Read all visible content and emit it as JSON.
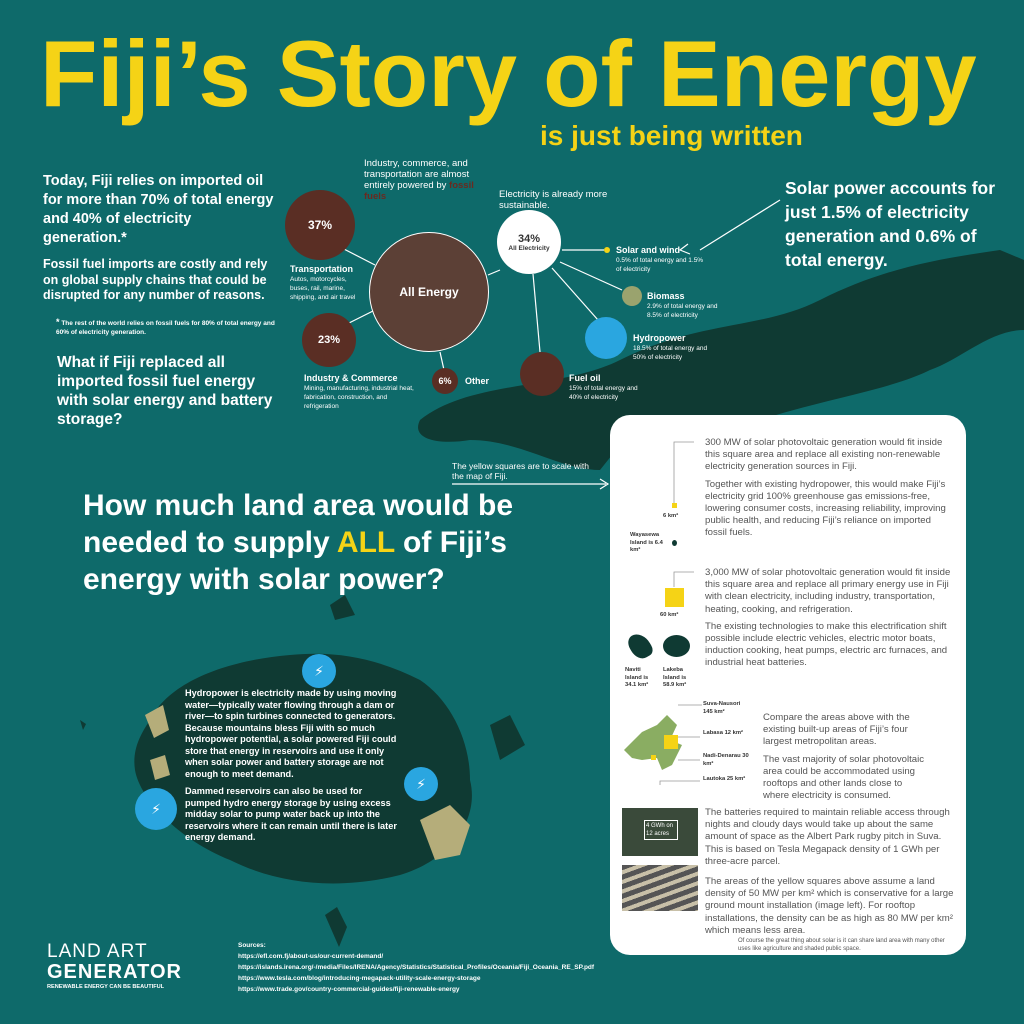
{
  "header": {
    "title": "Fiji’s Story of Energy",
    "subtitle": "is just being written"
  },
  "intro": {
    "lead": "Today, Fiji relies on imported oil for more than 70% of total energy and 40% of electricity generation.*",
    "body": "Fossil fuel imports are costly and rely on global supply chains that could be disrupted for any number of reasons.",
    "footnote": "The rest of the world relies on fossil fuels for 80% of total energy and 60% of electricity generation.",
    "footnote_mark": "*",
    "what_if": "What if Fiji replaced all imported fossil fuel energy with solar energy and battery  storage?"
  },
  "diagram": {
    "fossil_note": "Industry, commerce, and transportation are almost entirely powered by",
    "fossil_note_hl": "fossil fuels",
    "elec_note": "Electricity is already more sustainable.",
    "all_energy": "All Energy",
    "transport": {
      "pct": "37%",
      "label": "Transportation",
      "desc": "Autos, motorcycles, buses, rail, marine, shipping, and air travel"
    },
    "industry": {
      "pct": "23%",
      "label": "Industry & Commerce",
      "desc": "Mining, manufacturing, industrial heat, fabrication, construction, and refrigeration"
    },
    "other": {
      "pct": "6%",
      "label": "Other"
    },
    "electricity": {
      "pct": "34%",
      "label": "All Electricity"
    },
    "solar": {
      "label": "Solar and wind",
      "desc": "0.5% of total energy and 1.5% of electricity"
    },
    "biomass": {
      "label": "Biomass",
      "desc": "2.9% of total energy and 8.5% of electricity"
    },
    "hydro": {
      "label": "Hydropower",
      "desc": "18.5% of total energy and 50% of electricity"
    },
    "fueloil": {
      "label": "Fuel oil",
      "desc": "15% of total energy and 40% of electricity"
    },
    "colors": {
      "fossil": "#5a2e24",
      "all_energy": "#5c4036",
      "solar": "#f5d316",
      "biomass": "#9aa36e",
      "hydro": "#2aa6e0"
    }
  },
  "solar_callout": "Solar power accounts for just 1.5% of electricity generation and 0.6% of total energy.",
  "question": {
    "pre": "How much land area would be needed to supply ",
    "hl": "ALL",
    "post": " of Fiji’s energy with solar power?"
  },
  "squares_note": "The yellow squares are to scale with the map of Fiji.",
  "card": {
    "p1": "300 MW of solar photovoltaic generation would fit inside this square area and replace all existing non-renewable electricity generation sources in Fiji.",
    "p2": "Together with existing hydropower, this would make Fiji’s electricity grid 100% greenhouse gas emissions-free, lowering consumer costs, increasing reliability, improving public health, and reducing Fiji’s reliance on imported fossil fuels.",
    "sq1": "6 km²",
    "wayasewa": "Wayasewa Island is 6.4 km²",
    "p3": "3,000 MW of solar photovoltaic generation would fit inside this square area and replace all primary energy use in Fiji with clean electricity, including industry, transportation, heating, cooking, and refrigeration.",
    "sq2": "60 km²",
    "p4": "The existing technologies to make this electrification shift possible include electric vehicles, electric motor boats, induction cooking, heat pumps, electric arc furnaces, and industrial heat batteries.",
    "naviti": "Naviti Island is 34.1 km²",
    "lakeba": "Lakeba Island is 58.9 km²",
    "p5": "Compare the areas above with the existing built-up areas of Fiji’s four largest metropolitan areas.",
    "p6": "The vast majority of solar photovoltaic area could be accommodated using rooftops and other lands close to where electricity is consumed.",
    "metros": [
      "Suva-Nausori 145 km²",
      "Labasa 12 km²",
      "Nadi-Denarau 30 km²",
      "Lautoka 25 km²"
    ],
    "p7": "The batteries required to maintain reliable access through nights and cloudy days would take up about the same amount of space as the Albert Park rugby pitch in Suva. This is based on Tesla Megapack density of 1 GWh per three-acre parcel.",
    "photo_label": "4 GWh on 12 acres",
    "p8": "The areas of the yellow squares above assume a land density of 50 MW per km² which is conservative for a large ground mount installation (image left). For rooftop installations, the density can be as high as 80 MW per km² which means less area.",
    "closing": "Of course the great thing about solar is it can share land area with many other uses like agriculture and shaded public space."
  },
  "hydro_text": {
    "p1": "Hydropower is electricity made by using moving water—typically water flowing through a dam or river—to spin turbines connected to generators. Because mountains bless Fiji with so much hydropower potential, a solar powered Fiji could store that energy in reservoirs and use it only when solar power and battery storage are not enough to meet demand.",
    "p2": "Dammed reservoirs can also be used for pumped hydro energy storage by using excess midday solar to pump water back up into the reservoirs where it can remain until there is later energy demand."
  },
  "logo": {
    "line1": "LAND ART",
    "line2": "GENERATOR",
    "tagline": "RENEWABLE ENERGY CAN BE BEAUTIFUL"
  },
  "sources": {
    "label": "Sources:",
    "links": [
      "https://efl.com.fj/about-us/our-current-demand/",
      "https://islands.irena.org/-/media/Files/IRENA/Agency/Statistics/Statistical_Profiles/Oceania/Fiji_Oceania_RE_SP.pdf",
      "https://www.tesla.com/blog/introducing-megapack-utility-scale-energy-storage",
      "https://www.trade.gov/country-commercial-guides/fiji-renewable-energy"
    ]
  }
}
